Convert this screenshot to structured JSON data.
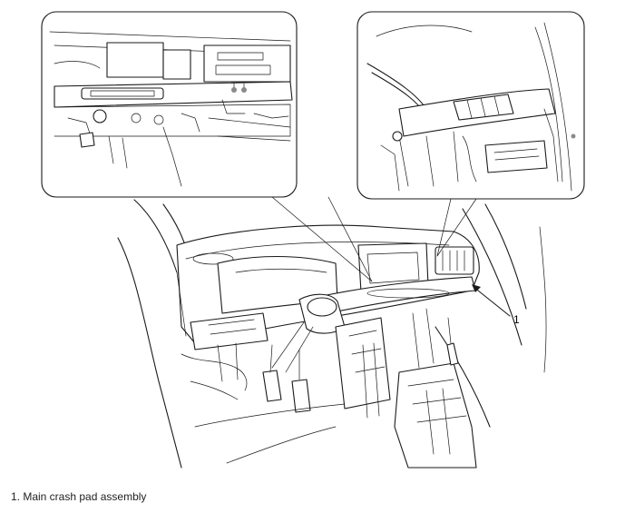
{
  "callout": {
    "number": "1"
  },
  "caption": {
    "text": "1. Main crash pad assembly"
  },
  "figure": {
    "style": "line-drawing",
    "colors": {
      "line": "#1a1a1a",
      "background": "#ffffff"
    }
  }
}
